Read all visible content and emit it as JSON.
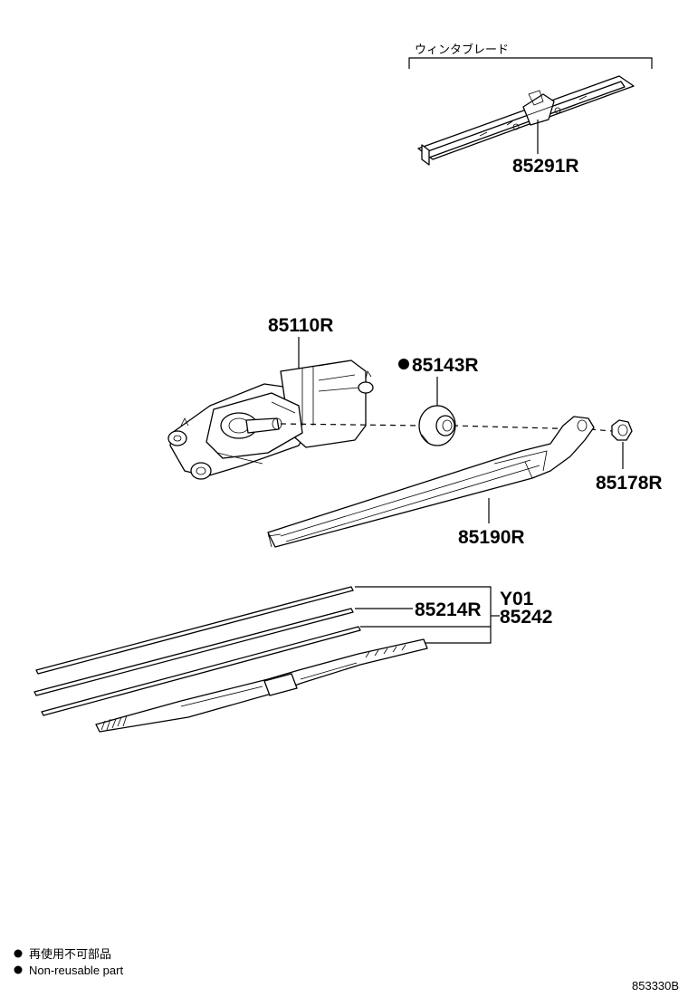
{
  "labels": {
    "wiper_blade_jp": "ウィンタブレード",
    "p85291R": "85291R",
    "p85110R": "85110R",
    "p85143R": "85143R",
    "p85178R": "85178R",
    "p85190R": "85190R",
    "p85214R": "85214R",
    "y01": "Y01",
    "p85242": "85242"
  },
  "legend": {
    "jp": "再使用不可部品",
    "en": "Non-reusable part"
  },
  "figure_id": "853330B"
}
